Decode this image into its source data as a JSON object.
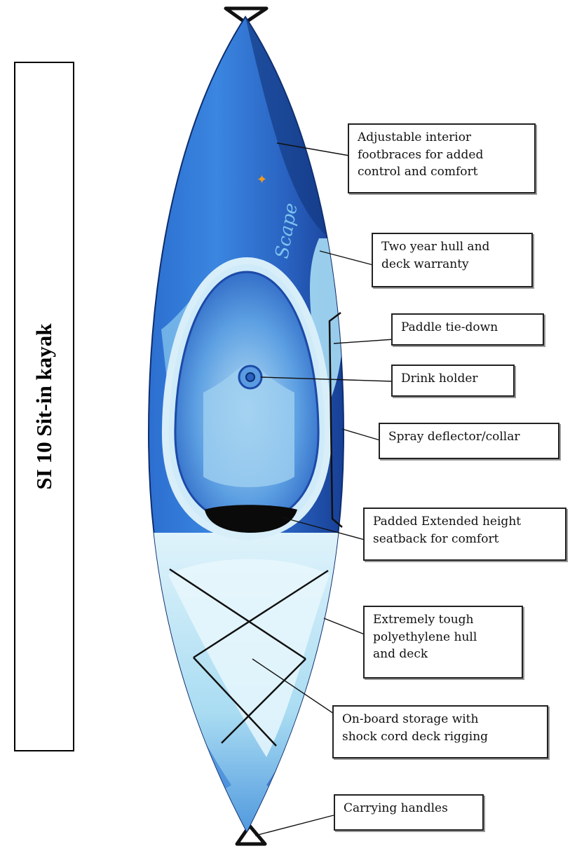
{
  "title": "SI 10 Sit-in kayak",
  "brand_mark": "Scape",
  "colors": {
    "hull_dark": "#1a4fb0",
    "hull_mid": "#2f78d8",
    "hull_light": "#bfe6f6",
    "accent": "#f39a1a",
    "outline": "#111111"
  },
  "callouts": [
    {
      "id": "footbraces",
      "lines": [
        "Adjustable interior",
        "footbraces for added",
        "control and comfort"
      ]
    },
    {
      "id": "warranty",
      "lines": [
        "Two year hull and",
        "deck warranty"
      ]
    },
    {
      "id": "paddle-tie",
      "lines": [
        "Paddle tie-down"
      ]
    },
    {
      "id": "drink-holder",
      "lines": [
        "Drink holder"
      ]
    },
    {
      "id": "spray-deflector",
      "lines": [
        "Spray deflector/collar"
      ]
    },
    {
      "id": "seatback",
      "lines": [
        "Padded Extended height",
        "seatback for comfort"
      ]
    },
    {
      "id": "hull",
      "lines": [
        "Extremely tough",
        "polyethylene hull",
        "and deck"
      ]
    },
    {
      "id": "storage",
      "lines": [
        "On-board storage with",
        "shock cord deck rigging"
      ]
    },
    {
      "id": "handles",
      "lines": [
        "Carrying handles"
      ]
    }
  ]
}
